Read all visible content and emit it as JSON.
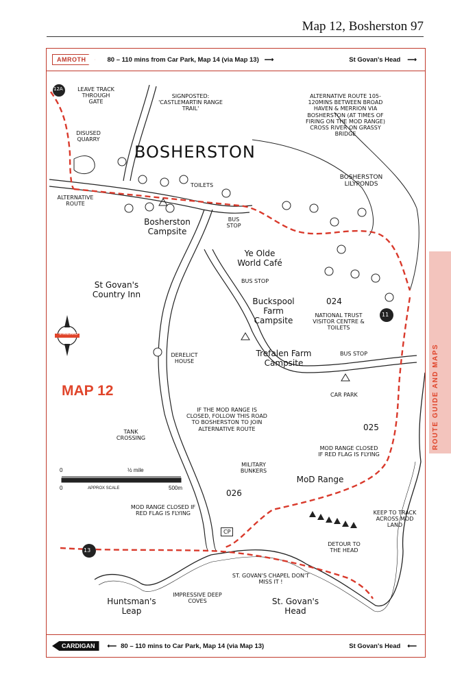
{
  "header": {
    "title": "Map 12, Bosherston  97"
  },
  "top_bar": {
    "left_box": "AMROTH",
    "text": "80 – 110 mins from Car Park, Map 14 (via Map 13)",
    "dest": "St Govan's Head"
  },
  "bottom_bar": {
    "left_box": "CARDIGAN",
    "text": "80 – 110 mins to Car Park, Map 14 (via Map 13)",
    "dest": "St Govan's Head"
  },
  "map": {
    "title": "MAP 12",
    "town": "BOSHERSTON",
    "map_refs": {
      "top_left": "12a",
      "east": "11",
      "west": "13"
    },
    "labels": {
      "leave_track": "Leave track through gate",
      "disused_quarry": "Disused quarry",
      "signposted": "Signposted: 'Castlemartin Range Trail'",
      "alt_route_note": "Alternative route 105-120mins between Broad Haven & Merrion via Bosherston (at times of firing on the MoD range) cross river on grassy bridge",
      "alt_route_left": "Alternative route",
      "lilyponds": "Bosherston Lilyponds",
      "toilets": "Toilets",
      "bus_stop_1": "Bus stop",
      "bosherston_campsite": "Bosherston Campsite",
      "cafe": "Ye Olde World Café",
      "bus_stop_2": "Bus stop",
      "country_inn": "St Govan's Country Inn",
      "buckspool": "Buckspool Farm Campsite",
      "phone_024": "024",
      "nt_centre": "National Trust visitor centre & toilets",
      "bus_stop_3": "Bus stop",
      "trefalen": "Trefalen Farm Campsite",
      "car_park": "Car park",
      "derelict_house": "Derelict house",
      "range_closed_note": "If the MoD range is closed, follow this road to Bosherston to join alternative route",
      "tank_crossing": "Tank crossing",
      "phone_025": "025",
      "mod_closed_1": "MoD range closed if red flag is flying",
      "military_bunkers": "Military bunkers",
      "mod_range": "MoD Range",
      "phone_026": "026",
      "mod_closed_2": "MoD range closed if red flag is flying",
      "cp": "CP",
      "keep_to_track": "Keep to track across MoD land",
      "detour": "Detour to the head",
      "chapel": "St. Govan's Chapel don't miss it !",
      "coves": "Impressive deep coves",
      "huntsmans_leap": "Huntsman's Leap",
      "st_govans_head": "St. Govan's Head"
    },
    "compass": "STANDARD",
    "scale": {
      "zero_top": "0",
      "mile": "½ mile",
      "zero_bottom": "0",
      "approx": "APPROX SCALE",
      "metres": "500m"
    }
  },
  "side_tab": "ROUTE GUIDE AND MAPS",
  "colors": {
    "accent": "#e0452b",
    "frame": "#c0392b",
    "tab_bg": "#f3c4bd"
  }
}
